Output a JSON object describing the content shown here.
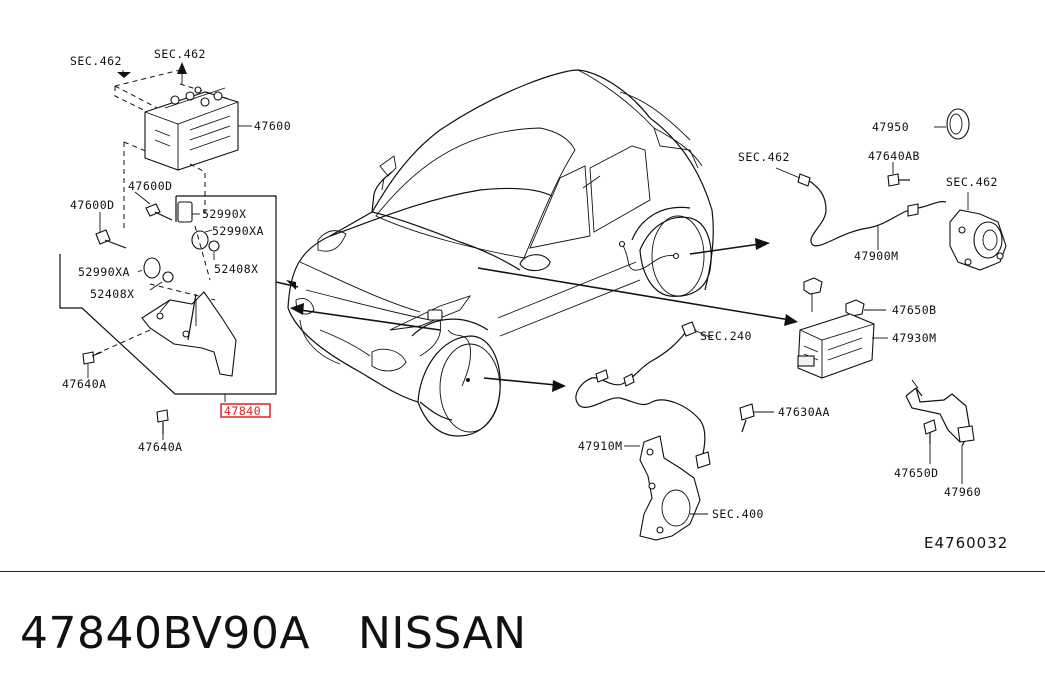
{
  "diagram": {
    "labels": {
      "sec462_a": "SEC.462",
      "sec462_b": "SEC.462",
      "p47600": "47600",
      "p47600D_a": "47600D",
      "p47600D_b": "47600D",
      "p52990X": "52990X",
      "p52990XA_a": "52990XA",
      "p52990XA_b": "52990XA",
      "p52408X_a": "52408X",
      "p52408X_b": "52408X",
      "p47640A_a": "47640A",
      "p47640A_b": "47640A",
      "p47840": "47840",
      "p47950": "47950",
      "p47640AB": "47640AB",
      "sec462_c": "SEC.462",
      "sec462_d": "SEC.462",
      "p47900M": "47900M",
      "p47650B": "47650B",
      "p47930M": "47930M",
      "sec240": "SEC.240",
      "p47630AA": "47630AA",
      "p47910M": "47910M",
      "sec400": "SEC.400",
      "p47650D": "47650D",
      "p47960": "47960",
      "diagram_code": "E4760032"
    },
    "highlighted_part": "47840",
    "highlight_color": "#e0201e"
  },
  "caption": {
    "part_number": "47840BV90A",
    "brand": "NISSAN"
  }
}
